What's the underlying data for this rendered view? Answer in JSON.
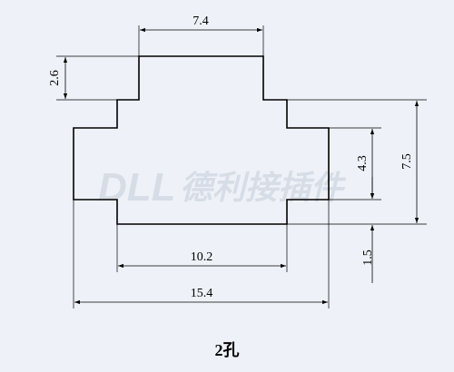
{
  "drawing": {
    "dimensions": {
      "top_width": "7.4",
      "top_step_height": "2.6",
      "overall_height": "7.5",
      "middle_height": "4.3",
      "bottom_step_height": "1.5",
      "bottom_width": "10.2",
      "overall_width": "15.4"
    },
    "watermark": {
      "brand": "DLL",
      "company": "德利接插件",
      "color": "#d7dde6"
    },
    "caption": "2孔"
  },
  "colors": {
    "background": "#eef2f8",
    "ink": "#000000"
  }
}
